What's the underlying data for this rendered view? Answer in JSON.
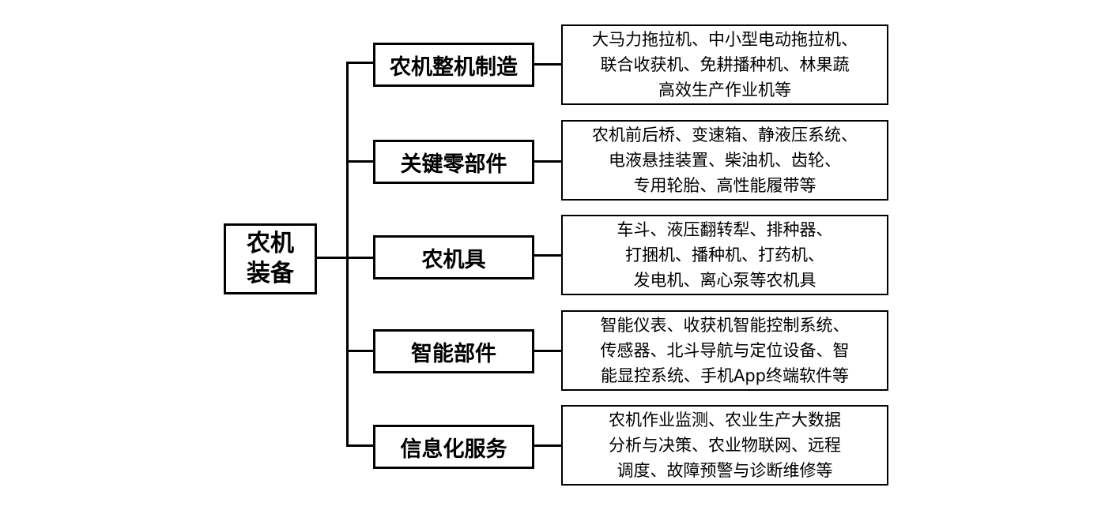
{
  "root": {
    "lines": [
      "农机",
      "装备"
    ]
  },
  "categories": [
    {
      "label": "农机整机制造",
      "desc": [
        "大马力拖拉机、中小型电动拖拉机、",
        "联合收获机、免耕播种机、林果蔬",
        "高效生产作业机等"
      ]
    },
    {
      "label": "关键零部件",
      "desc": [
        "农机前后桥、变速箱、静液压系统、",
        "电液悬挂装置、柴油机、齿轮、",
        "专用轮胎、高性能履带等"
      ]
    },
    {
      "label": "农机具",
      "desc": [
        "车斗、液压翻转犁、排种器、",
        "打捆机、播种机、打药机、",
        "发电机、离心泵等农机具"
      ]
    },
    {
      "label": "智能部件",
      "desc": [
        "智能仪表、收获机智能控制系统、",
        "传感器、北斗导航与定位设备、智",
        "能显控系统、手机App终端软件等"
      ]
    },
    {
      "label": "信息化服务",
      "desc": [
        "农机作业监测、农业生产大数据",
        "分析与决策、农业物联网、远程",
        "调度、故障预警与诊断维修等"
      ]
    }
  ]
}
